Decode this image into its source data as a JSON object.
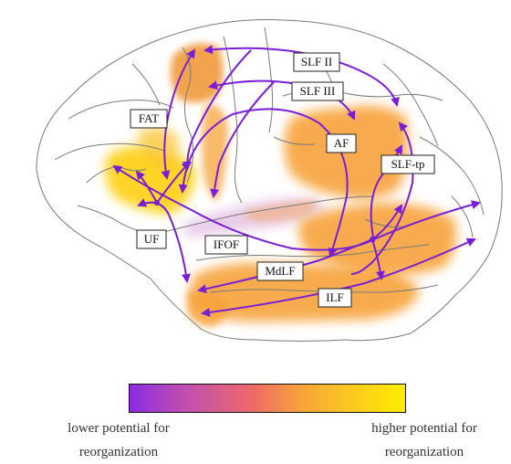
{
  "labels": {
    "slf2": "SLF II",
    "slf3": "SLF III",
    "fat": "FAT",
    "af": "AF",
    "slftp": "SLF-tp",
    "uf": "UF",
    "ifof": "IFOF",
    "mdlf": "MdLF",
    "ilf": "ILF"
  },
  "legend": {
    "low_line1": "lower potential for",
    "low_line2": "reorganization",
    "high_line1": "higher potential for",
    "high_line2": "reorganization",
    "colors": [
      "#8a2be2",
      "#c04fb0",
      "#ee6a66",
      "#f7a33a",
      "#fbd21a",
      "#ffee00"
    ]
  },
  "colors": {
    "tract": "#7a1ed6",
    "outline": "#7a7a7a"
  }
}
